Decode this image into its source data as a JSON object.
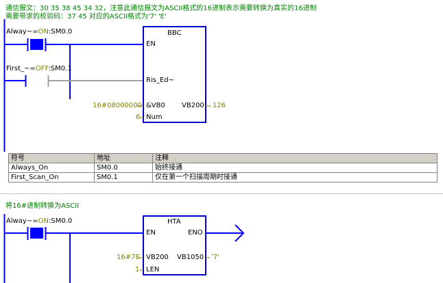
{
  "network1": {
    "comment_line1": "通信报文：30 35 38 45 34 32，注意此通信报文为ASCII格式的16进制表示需要转换为真实的16进制",
    "comment_line2": "需要带求的校验码：37 45 对应的ASCII格式为'7' 'E'",
    "contact1": {
      "name_prefix": "Alway~",
      "eq": "=",
      "state": "ON",
      "address": ":SM0.0"
    },
    "contact2": {
      "name_prefix": "First_~",
      "eq": "=",
      "state": "OFF",
      "address": ":SM0.1"
    },
    "block": {
      "title": "BBC",
      "pin_en": "EN",
      "pin_ris": "Ris_Ed~",
      "pin_vb0": "&VB0",
      "pin_num": "Num",
      "pin_vb200": "VB200",
      "val_vb0": "16#08000000",
      "val_num": "6",
      "val_vb200": "126"
    }
  },
  "symbol_table": {
    "headers": [
      "符号",
      "地址",
      "注释"
    ],
    "rows": [
      [
        "Always_On",
        "SM0.0",
        "始终接通"
      ],
      [
        "First_Scan_On",
        "SM0.1",
        "仅在第一个扫描周期时接通"
      ]
    ]
  },
  "network2": {
    "comment": "将16#进制转换为ASCII",
    "contact1": {
      "name_prefix": "Alway~",
      "eq": "=",
      "state": "ON",
      "address": ":SM0.0"
    },
    "block": {
      "title": "HTA",
      "pin_en": "EN",
      "pin_eno": "ENO",
      "pin_in": "VB200",
      "pin_out": "VB1050",
      "pin_len": "LEN",
      "val_in": "16#7E",
      "val_out": "'7'",
      "val_len": "1"
    }
  },
  "colors": {
    "box_blue": "#0000c8",
    "energized": "#0000ff",
    "comment_green": "#008000",
    "value_olive": "#808000",
    "wire_gray": "#a0a0a0"
  }
}
